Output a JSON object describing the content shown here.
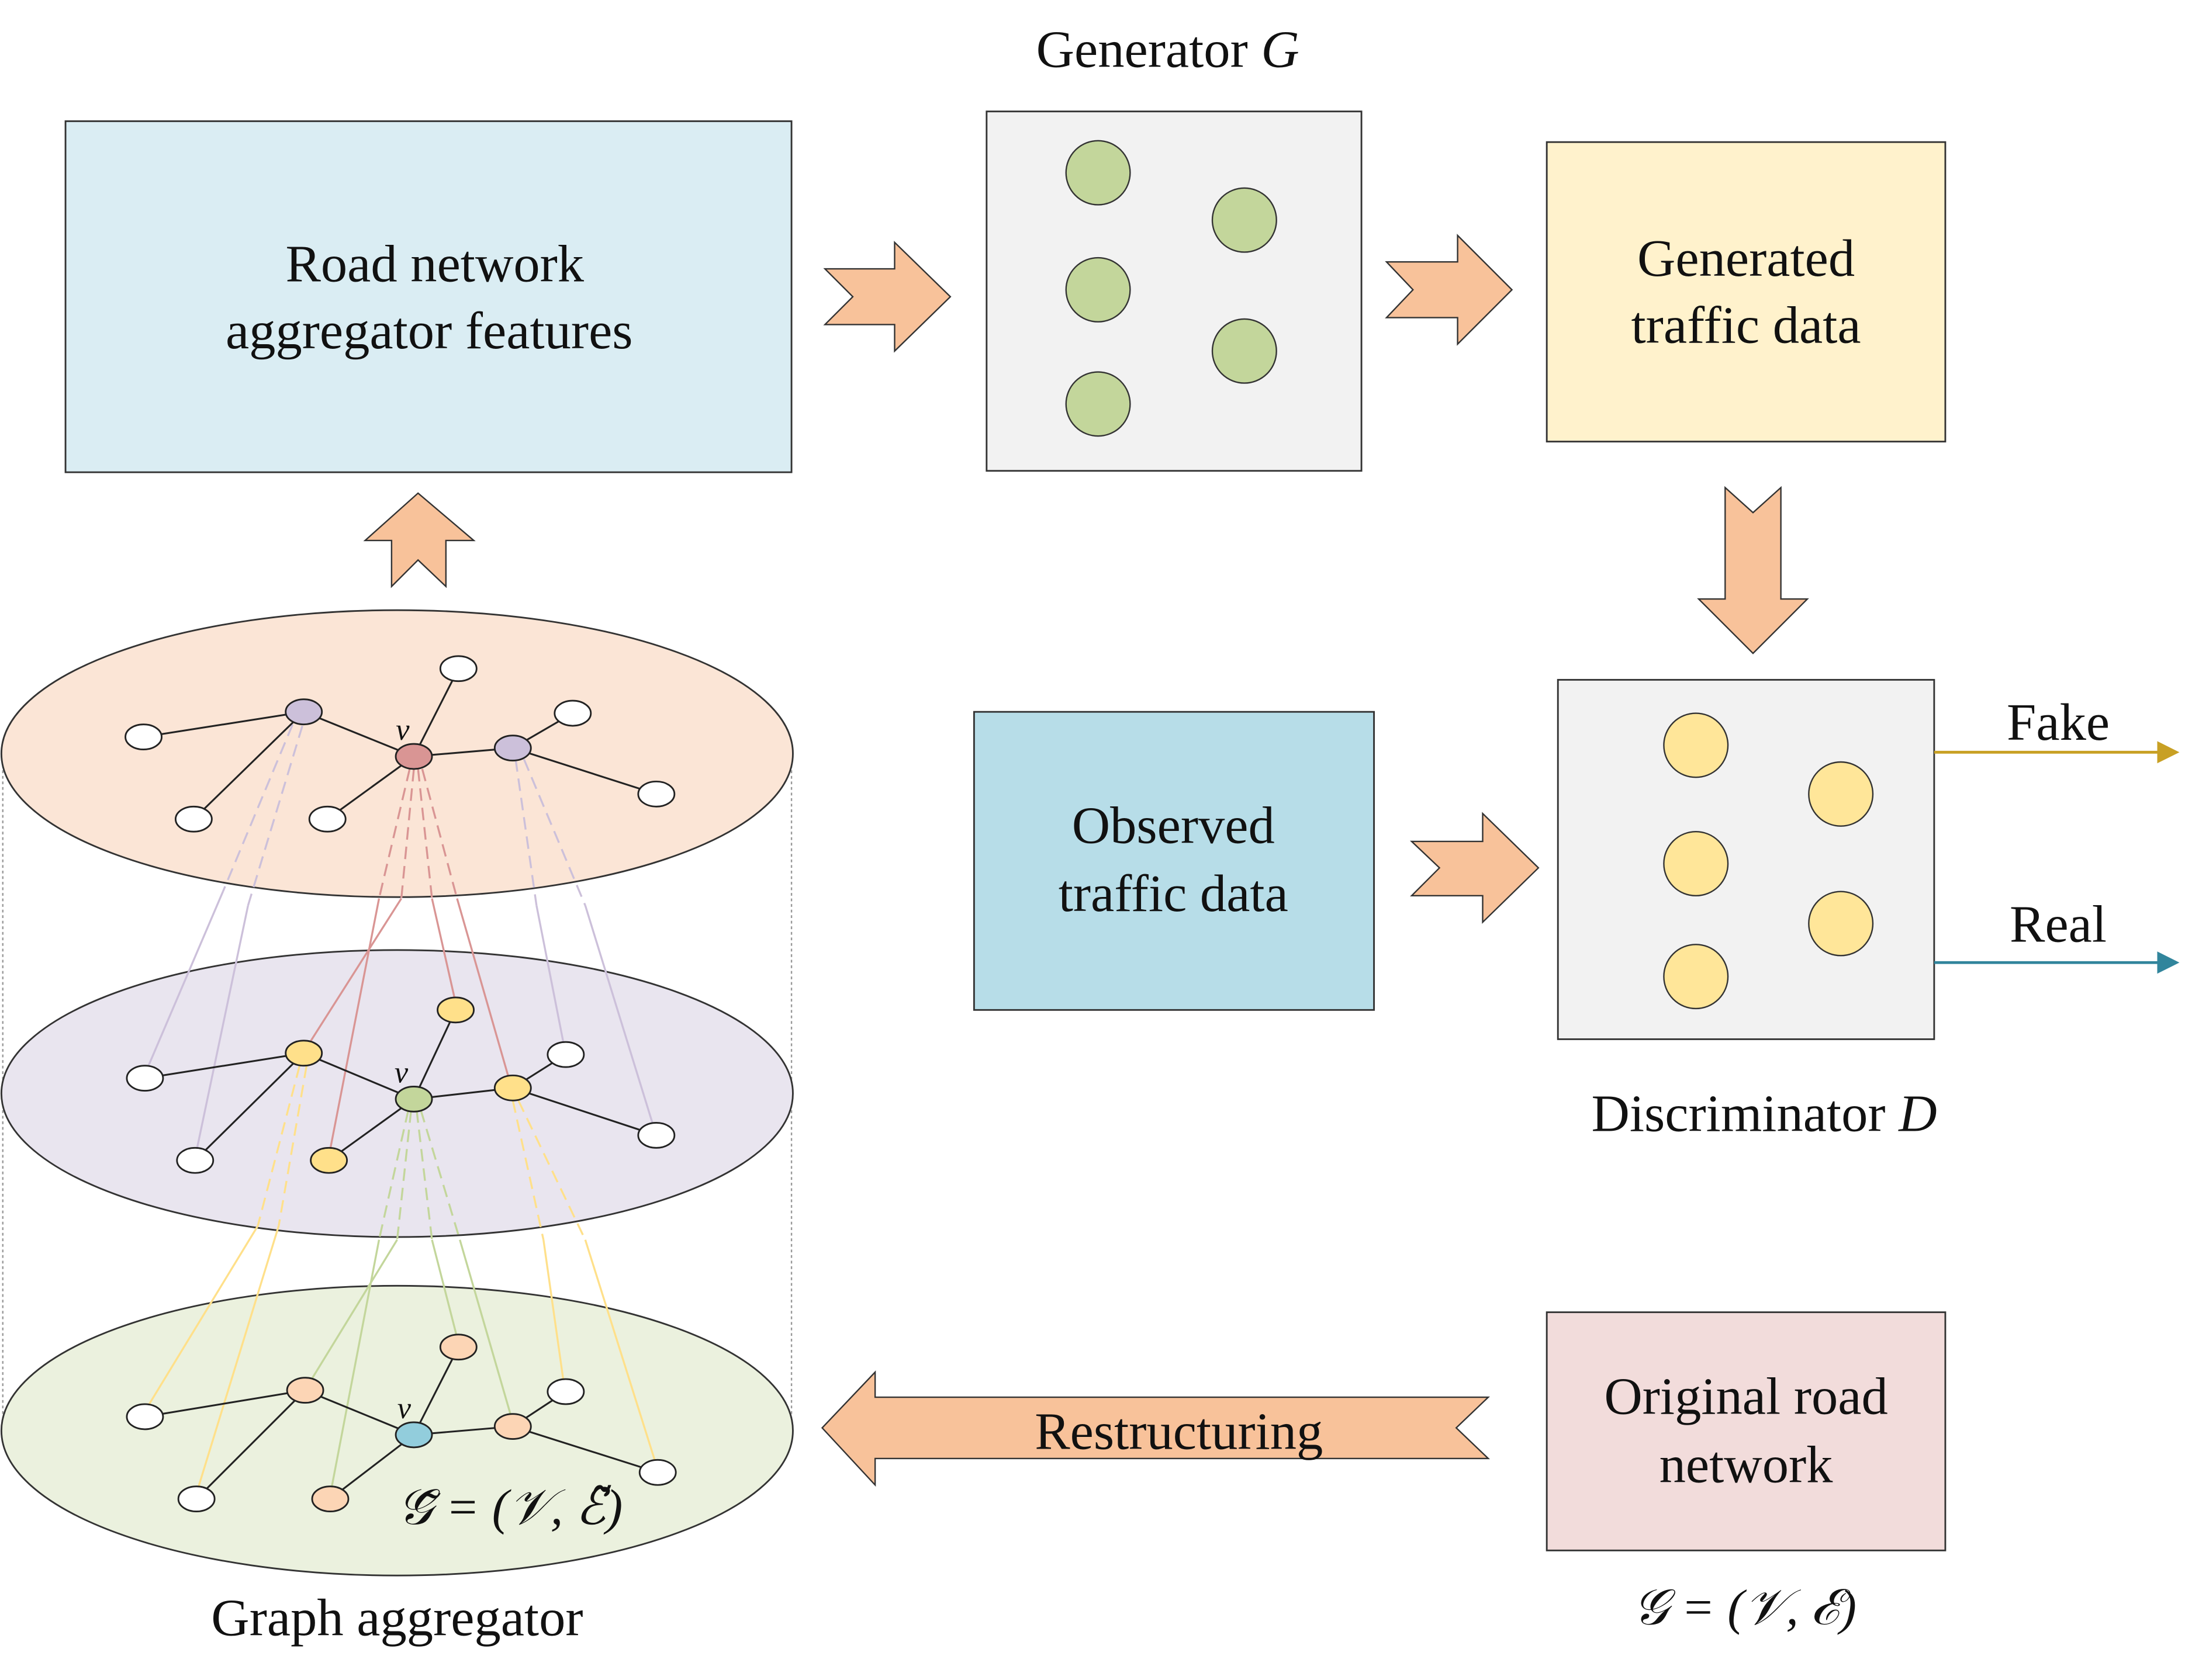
{
  "labels": {
    "road_features_line1": "Road network",
    "road_features_line2": "aggregator features",
    "generator_title_text": "Generator ",
    "generator_symbol": "G",
    "generated_line1": "Generated",
    "generated_line2": "traffic data",
    "observed_line1": "Observed",
    "observed_line2": "traffic data",
    "discriminator_title_text": "Discriminator ",
    "discriminator_symbol": "D",
    "fake": "Fake",
    "real": "Real",
    "restructuring": "Restructuring",
    "original_line1": "Original road",
    "original_line2": "network",
    "original_formula": "𝒢 = (𝒱, ℰ)",
    "aggregated_formula_lhs": "𝒢̃ = (𝒱, ",
    "aggregated_formula_e": "ℰ̃",
    "aggregated_formula_rhs": ")",
    "graph_aggregator": "Graph aggregator",
    "center_node_label": "v"
  },
  "colors": {
    "road_features_fill": "#daedf3",
    "generator_fill": "#f2f2f2",
    "generator_node": "#c3d69b",
    "generated_fill": "#fff2cc",
    "observed_fill": "#b7dde8",
    "discriminator_fill": "#f2f2f2",
    "discriminator_node": "#ffe699",
    "original_fill": "#f2dcdb",
    "arrow_fill": "#f8c29a",
    "fake_line": "#c8a024",
    "real_line": "#31859c",
    "layer_top_fill": "#fbe5d6",
    "layer_mid_fill": "#e9e5ef",
    "layer_bottom_fill": "#ebf1de",
    "node_purple": "#ccc0da",
    "node_red": "#d99594",
    "node_yellow": "#ffe08a",
    "node_green": "#c3d69b",
    "node_peach": "#fcd5b5",
    "node_blue": "#92cddc"
  }
}
